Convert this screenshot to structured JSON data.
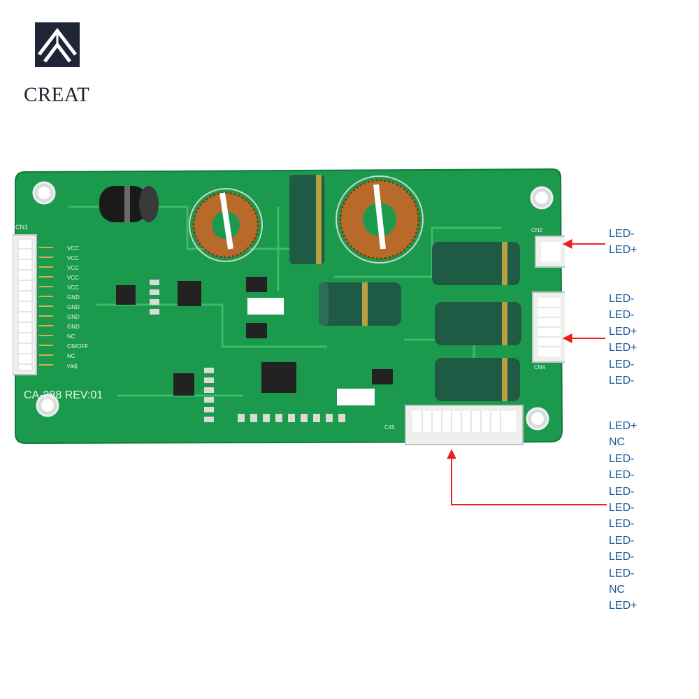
{
  "brand": {
    "name": "CREAT"
  },
  "board": {
    "model_text": "CA-288 REV:01",
    "pin_labels": [
      "VCC",
      "VCC",
      "VCC",
      "VCC",
      "VCC",
      "GND",
      "GND",
      "GND",
      "GND",
      "NC",
      "ON/OFF",
      "NC",
      "vadj"
    ],
    "connectors": [
      "CN1",
      "CN2",
      "CN4",
      "C45"
    ]
  },
  "connector_labels": {
    "group_a": [
      "LED-",
      "LED+"
    ],
    "group_b": [
      "LED-",
      "LED-",
      "LED+",
      "LED+",
      "LED-",
      "LED-"
    ],
    "group_c": [
      "LED+",
      "NC",
      "LED-",
      "LED-",
      "LED-",
      "LED-",
      "LED-",
      "LED-",
      "LED-",
      "LED-",
      "NC",
      "LED+"
    ]
  },
  "colors": {
    "label_text": "#1a5a9a",
    "arrow": "#e8231f",
    "pcb": "#1b9a4e"
  }
}
